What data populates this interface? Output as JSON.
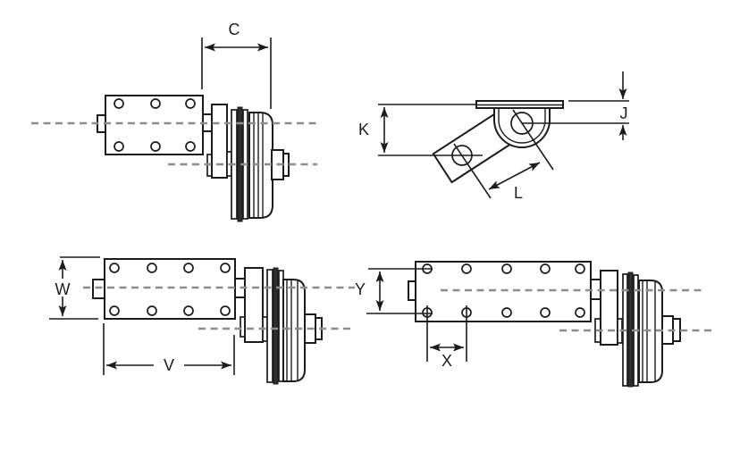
{
  "diagram": {
    "kind": "technical-dimension-drawing",
    "colors": {
      "line": "#1c1c1c",
      "centerline": "#8d8d8d",
      "background": "#ffffff",
      "dark_strip": "#2e2e2e"
    },
    "views": {
      "top_left": {
        "dimension_labels": {
          "c": "C"
        }
      },
      "top_right": {
        "dimension_labels": {
          "k": "K",
          "j": "J",
          "l": "L"
        }
      },
      "bottom_left": {
        "dimension_labels": {
          "w": "W",
          "v": "V"
        }
      },
      "bottom_right": {
        "dimension_labels": {
          "y": "Y",
          "x": "X"
        }
      }
    }
  }
}
